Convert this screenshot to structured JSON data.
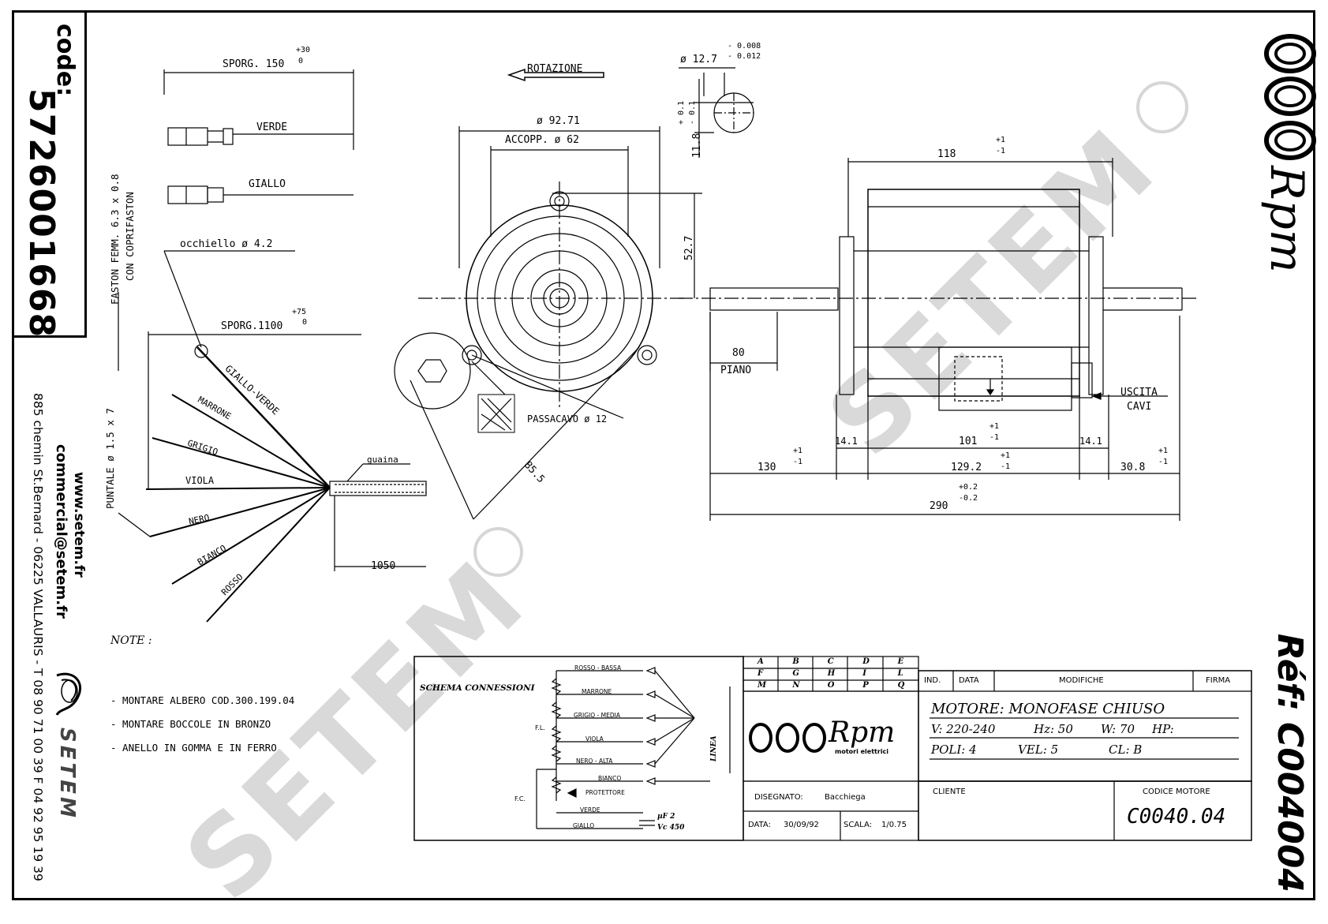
{
  "code_label": "code:",
  "code_value": "572600166​8",
  "company": {
    "web": "www.setem.fr",
    "email": "commercial@setem.fr",
    "address": "885 chemin St.Bernard - 06225 VALLAURIS - T 08 90 71 00 39  F 04 92 95 19 39",
    "brand": "SETEM",
    "watermark": "SETEM"
  },
  "ref": {
    "label": "Réf:",
    "value": "C004004"
  },
  "brand_logo": "Rpm",
  "brand_sub": "motori elettrici",
  "wiring": {
    "sporg_150": "SPORG. 150",
    "tol_plus30": "+30",
    "tol_0a": "0",
    "verde": "VERDE",
    "giallo": "GIALLO",
    "faston": "FASTON FEMM. 6.3 x 0.8",
    "coprifaston": "CON COPRIFASTON",
    "occhiello": "occhiello ø 4.2",
    "sporg_1100": "SPORG.1100",
    "tol_plus75": "+75",
    "tol_0b": "0",
    "giallo_verde": "GIALLO-VERDE",
    "marrone": "MARRONE",
    "grigio": "GRIGIO",
    "viola": "VIOLA",
    "nero": "NERO",
    "bianco": "BIANCO",
    "rosso": "ROSSO",
    "puntale": "PUNTALE ø 1.5 x 7",
    "guaina": "guaina",
    "len_1050": "1050"
  },
  "front_view": {
    "rotazione": "ROTAZIONE",
    "d92": "ø 92.71",
    "accopp": "ACCOPP.  ø 62",
    "h52": "52.7",
    "passacavo": "PASSACAVO ø 12",
    "r85": "85.5"
  },
  "shaft": {
    "d127": "ø 12.7",
    "tol1": "- 0.008",
    "tol2": "- 0.012",
    "h118": "11.8",
    "tol3": "+ 0.1",
    "tol4": "- 0.1"
  },
  "side_view": {
    "d118": "118",
    "p1": "+1",
    "m1": "-1",
    "d80": "80",
    "piano": "PIANO",
    "uscita": "USCITA",
    "cavi": "CAVI",
    "d141a": "14.1",
    "d101": "101",
    "d141b": "14.1",
    "d130": "130",
    "d1292": "129.2",
    "d308": "30.8",
    "tp02": "+0.2",
    "tm02": "-0.2",
    "d290": "290"
  },
  "notes": {
    "title": "NOTE :",
    "lines": [
      "- MONTARE ALBERO COD.300.199.04",
      "- MONTARE BOCCOLE IN BRONZO",
      "- ANELLO IN GOMMA E IN FERRO"
    ]
  },
  "schema": {
    "title": "SCHEMA CONNESSIONI",
    "rosso_bassa": "ROSSO - BASSA",
    "marrone": "MARRONE",
    "grigio_media": "GRIGIO - MEDIA",
    "viola": "VIOLA",
    "nero_alta": "NERO - ALTA",
    "bianco": "BIANCO",
    "protettore": "PROTETTORE",
    "verde": "VERDE",
    "giallo": "GIALLO",
    "fl": "F.L.",
    "fc": "F.C.",
    "linea": "LINEA",
    "uf": "µF 2",
    "vc": "Vc 450"
  },
  "revision_grid": {
    "rows": [
      [
        "A",
        "B",
        "C",
        "D",
        "E"
      ],
      [
        "F",
        "G",
        "H",
        "I",
        "L"
      ],
      [
        "M",
        "N",
        "O",
        "P",
        "Q"
      ]
    ]
  },
  "title_block": {
    "ind": "IND.",
    "data": "DATA",
    "modifiche": "MODIFICHE",
    "firma": "FIRMA",
    "motore": "MOTORE: MONOFASE CHIUSO",
    "v": "V: 220-240",
    "hz": "Hz: 50",
    "w": "W: 70",
    "hp": "HP:",
    "poli": "POLI: 4",
    "vel": "VEL: 5",
    "cl": "CL: B",
    "disegnato_label": "DISEGNATO:",
    "disegnato": "Bacchiega",
    "data_label": "DATA:",
    "data_value": "30/09/92",
    "scala_label": "SCALA:",
    "scala_value": "1/0.75",
    "cliente": "CLIENTE",
    "codice_label": "CODICE MOTORE",
    "codice_value": "C0040.04"
  }
}
